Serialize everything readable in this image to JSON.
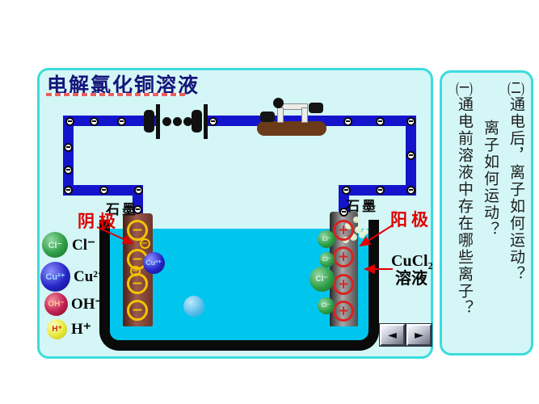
{
  "title": "电解氯化铜溶液",
  "labels": {
    "graphite_left": "石墨",
    "graphite_right": "石墨",
    "cathode": "阴极",
    "anode": "阳极",
    "solution_name": "CuCl₂",
    "solution_name2": "溶液"
  },
  "charge_symbols": {
    "minus": "−",
    "plus": "+"
  },
  "legend": {
    "items": [
      {
        "symbol": "Cl⁻"
      },
      {
        "symbol": "Cu²⁺"
      },
      {
        "symbol": "OH⁻"
      },
      {
        "symbol": "H⁺"
      }
    ]
  },
  "sidebar": {
    "questions": [
      {
        "num": "(二)",
        "text": "通电后，离子如何运动？"
      },
      {
        "num": "",
        "text": "离子如何运动？"
      },
      {
        "num": "(一)",
        "text": "通电前溶液中存在哪些离子？"
      }
    ]
  },
  "nav": {
    "prev": "◄",
    "next": "►"
  }
}
